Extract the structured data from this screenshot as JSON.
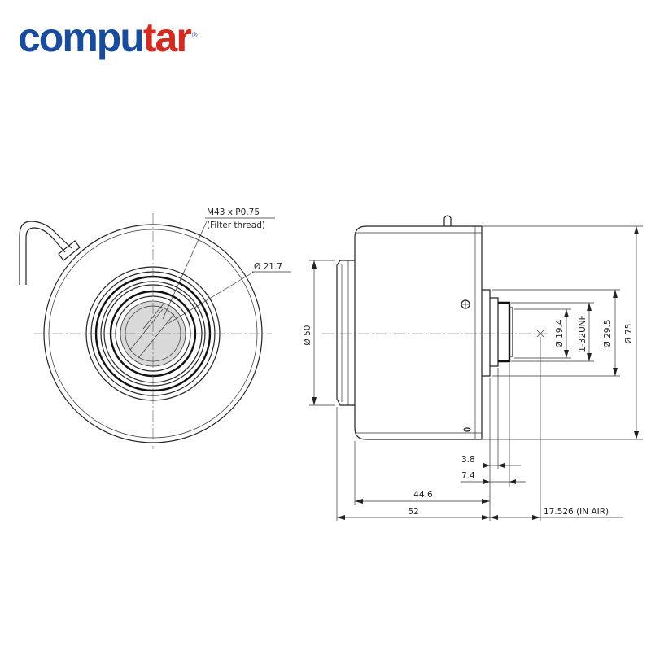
{
  "brand": {
    "logo_main": "compu",
    "logo_accent": "tar",
    "logo_mark": "®",
    "primary_color": "#1a4c9c",
    "accent_color": "#d42a20"
  },
  "annotations": {
    "filter_thread_spec": "M43 x P0.75",
    "filter_thread_note": "(Filter thread)",
    "diameter_21_7": "Ø 21.7",
    "diameter_50": "Ø 50",
    "diameter_19_4": "Ø 19.4",
    "thread_1_32unf": "1-32UNF",
    "diameter_29_5": "Ø 29.5",
    "diameter_75": "Ø 75",
    "length_3_8": "3.8",
    "length_7_4": "7.4",
    "length_44_6": "44.6",
    "length_52": "52",
    "back_focus": "17.526 (IN AIR)"
  }
}
